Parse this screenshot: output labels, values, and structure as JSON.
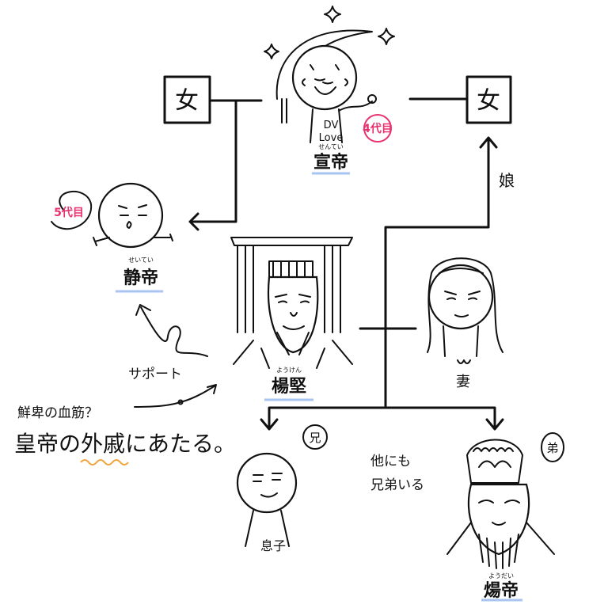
{
  "title": "楊堅 family relationship sketch",
  "colors": {
    "line": "#111111",
    "gen_badge": "#e8326e",
    "name_underline": "#a8c4f0",
    "highlight_squiggle": "#f2a33a"
  },
  "nodes": {
    "woman_left": {
      "glyph": "女"
    },
    "woman_right": {
      "glyph": "女"
    },
    "xuandi": {
      "name": "宣帝",
      "reading": "せんてい",
      "generation": "4代目",
      "shirt_line1": "DV",
      "shirt_line2": "Love"
    },
    "jingdi": {
      "name": "静帝",
      "reading": "せいてい",
      "generation": "5代目"
    },
    "yangjian": {
      "name": "楊堅",
      "reading": "ようけん"
    },
    "wife": {
      "name": "妻"
    },
    "son": {
      "name": "息子",
      "badge": "兄"
    },
    "yangdi": {
      "name": "煬帝",
      "reading": "ようだい",
      "badge": "弟"
    }
  },
  "labels": {
    "daughter": "娘",
    "support": "サポート",
    "xianbei": "鮮卑の血筋？",
    "relation_prefix": "皇帝の",
    "relation_highlight": "外戚",
    "relation_suffix": "にあたる。",
    "siblings_line1": "他にも",
    "siblings_line2": "兄弟いる"
  }
}
